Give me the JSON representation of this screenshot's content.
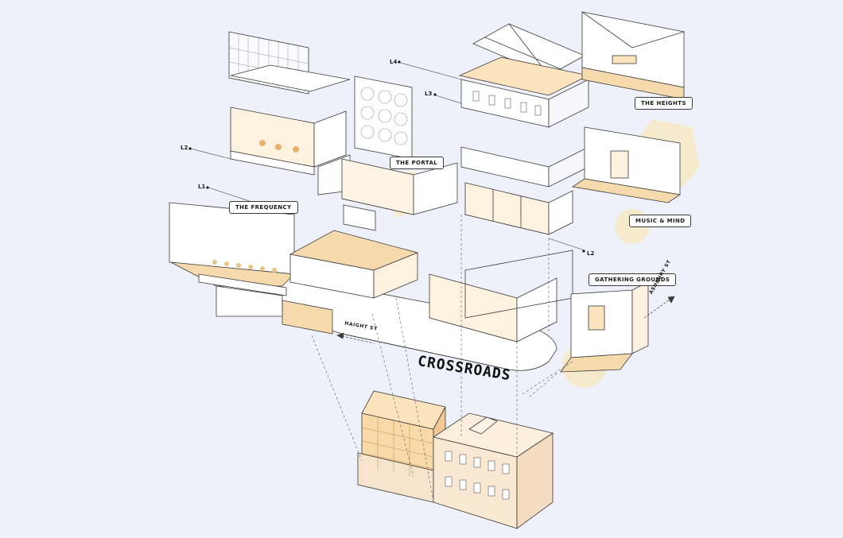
{
  "title": "CROSSROADS",
  "spaces": {
    "heights": "THE HEIGHTS",
    "portal": "THE PORTAL",
    "frequency": "THE FREQUENCY",
    "music_mind": "MUSIC & MIND",
    "gathering_grounds": "GATHERING GROUNDS"
  },
  "levels": {
    "l1": "L1",
    "l2_left": "L2",
    "l2_right": "L2",
    "l3": "L3",
    "l4": "L4"
  },
  "streets": {
    "haight": "HAIGHT ST",
    "ashbury": "ASHBURY ST"
  },
  "colors": {
    "background": "#eef1f9",
    "warm_floor": "#f6d9ad",
    "accent_glow": "#fbe6a8",
    "line": "#3a3a3a"
  }
}
